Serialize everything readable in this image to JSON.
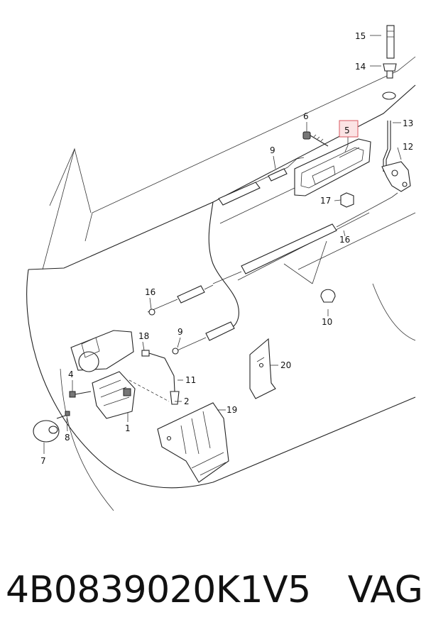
{
  "labels": {
    "l1": "1",
    "l2": "2",
    "l4": "4",
    "l5": "5",
    "l6": "6",
    "l7": "7",
    "l8": "8",
    "l9a": "9",
    "l9b": "9",
    "l10": "10",
    "l11": "11",
    "l12": "12",
    "l13": "13",
    "l14": "14",
    "l15": "15",
    "l16a": "16",
    "l16b": "16",
    "l17": "17",
    "l18": "18",
    "l19": "19",
    "l20": "20"
  },
  "highlight_color": "#d9575f",
  "caption": {
    "part_number": "4B0839020K1V5",
    "brand": "VAG"
  }
}
